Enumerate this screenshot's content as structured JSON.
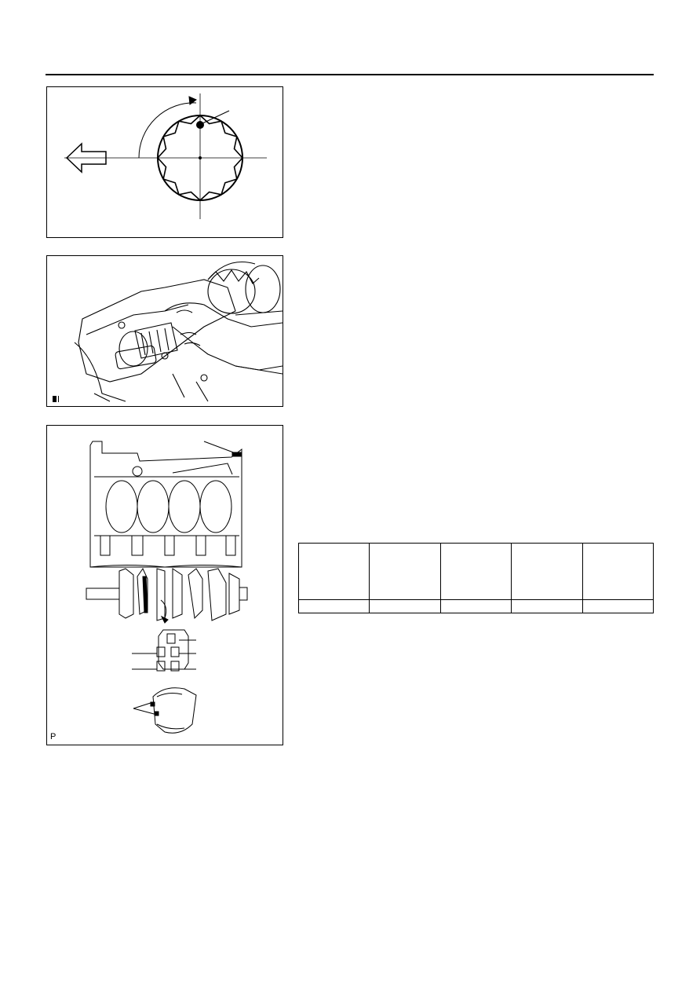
{
  "page": {
    "background": "#ffffff",
    "line_color": "#000000"
  },
  "figures": [
    {
      "id": "fig1",
      "code": ""
    },
    {
      "id": "fig2",
      "code": ""
    },
    {
      "id": "fig3",
      "code": "P"
    }
  ],
  "spec_table": {
    "columns": 5,
    "header_cells": [
      "",
      "",
      "",
      "",
      ""
    ],
    "value_cells": [
      "",
      "",
      "",
      "",
      ""
    ]
  }
}
